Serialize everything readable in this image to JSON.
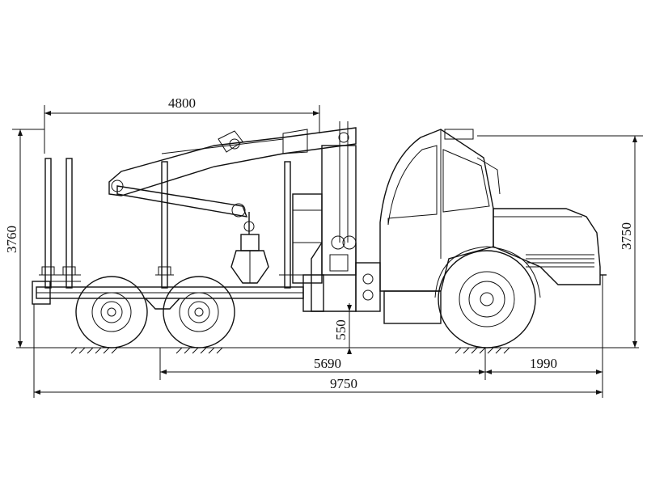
{
  "drawing": {
    "title": "",
    "units": ""
  },
  "dimensions": {
    "boom_reach": "4800",
    "height_left": "3760",
    "height_right": "3750",
    "ground_clearance": "550",
    "wheelbase": "5690",
    "front_overhang": "1990",
    "overall_length": "9750"
  }
}
